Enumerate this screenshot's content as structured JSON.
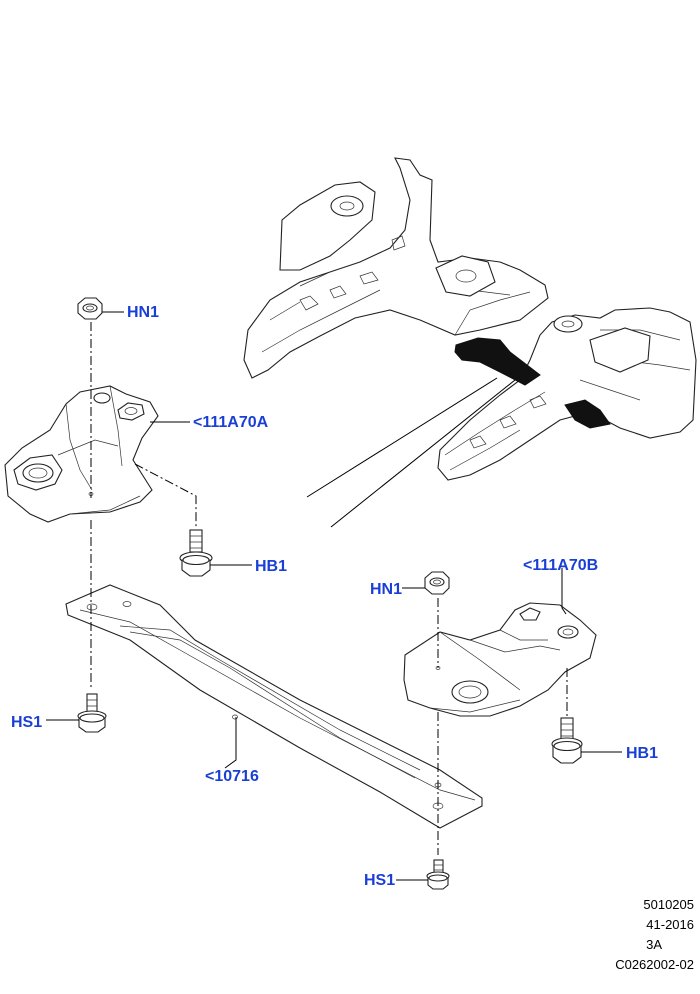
{
  "callouts": {
    "hn1_top": "HN1",
    "bracket_a": "<111A70A",
    "hb1_left": "HB1",
    "bracket_b": "<111A70B",
    "hn1_right": "HN1",
    "hb1_right": "HB1",
    "hs1_left": "HS1",
    "crossmember": "<10716",
    "hs1_bottom": "HS1"
  },
  "reference": {
    "line1": "5010205",
    "line2": "41-2016",
    "line3": "3A",
    "line4": "C0262002-02"
  },
  "colors": {
    "callout": "#1a3fd6",
    "line": "#000000",
    "highlight": "#111111"
  }
}
